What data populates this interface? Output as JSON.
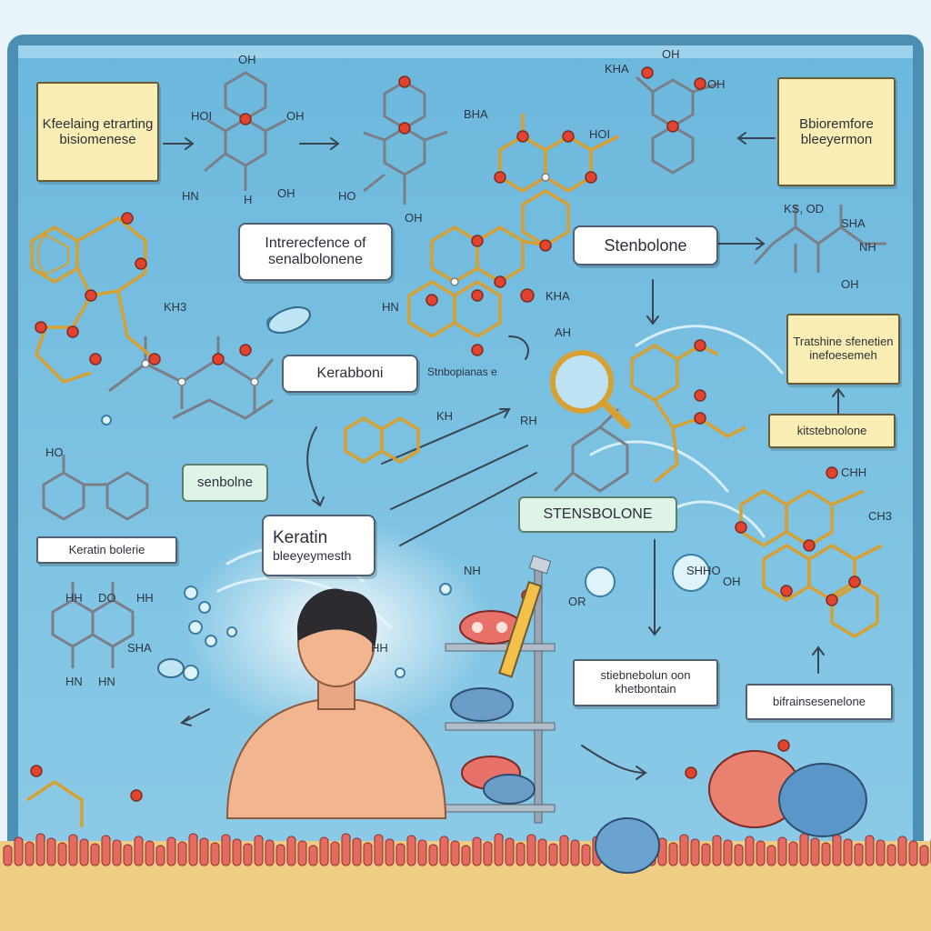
{
  "labels": {
    "note_top_left": "Kfeelaing etrarting bisiomenese",
    "note_top_right": "Bbioremfore bleeyermon",
    "intro_card": "Intrerecfence of senalbolonene",
    "stenbolone_card": "Stenbolone",
    "kerabboni_card": "Kerabboni",
    "kerabboni_subtext": "Stnbopianas e",
    "senbolne_card": "senbolne",
    "kerarin_bolerie": "Keratin bolerie",
    "keratin_title": "Keratin",
    "keratin_subtitle": "bleeyeymesth",
    "stensbolone_card": "STENSBOLONE",
    "tratshine_note": "Tratshine sfenetien inefoesemeh",
    "kitstenbolone_note": "kitstebnolone",
    "stiebnebolun_card": "stiebnebolun oon khetbontain",
    "bifrainesenelone_card": "bifrainsesenelone"
  },
  "atoms": {
    "oh_top_1": "OH",
    "hoi_1": "HOI",
    "oh_1": "OH",
    "hn_1": "HN",
    "h_1": "H",
    "oh_2": "OH",
    "ho_1": "HO",
    "oh_3": "OH",
    "bha_1": "BHA",
    "hoi_2": "HOI",
    "kha_1": "KHA",
    "oh_4": "OH",
    "oh_5": "OH",
    "ks_1": "KS, OD",
    "sha_1": "SHA",
    "nh_1": "NH",
    "oh_6": "OH",
    "kh3_1": "KH3",
    "hn_2": "HN",
    "aha_1": "KHA",
    "ah_1": "AH",
    "kh_2": "KH",
    "ho_2": "HO",
    "chh_1": "CHH",
    "ch3_1": "CH3",
    "shho_1": "SHHO",
    "oh_7": "OH",
    "hh_1": "HH",
    "do_1": "DO",
    "hh_2": "HH",
    "sha_2": "SHA",
    "hn_3": "HN",
    "hn_4": "HN",
    "or_1": "OR",
    "hh_3": "HH",
    "rh_1": "RH",
    "nh_2": "NH"
  },
  "colors": {
    "board": "#79bfe0",
    "board_edge": "#5497bb",
    "ring_bond": "#7a7f87",
    "gold_bond": "#d6a032",
    "oxygen": "#e2432f",
    "membrane_cell": "#e66a64",
    "membrane_base": "#f0cd84",
    "skin": "#f1b590",
    "hair": "#2b2b30"
  }
}
